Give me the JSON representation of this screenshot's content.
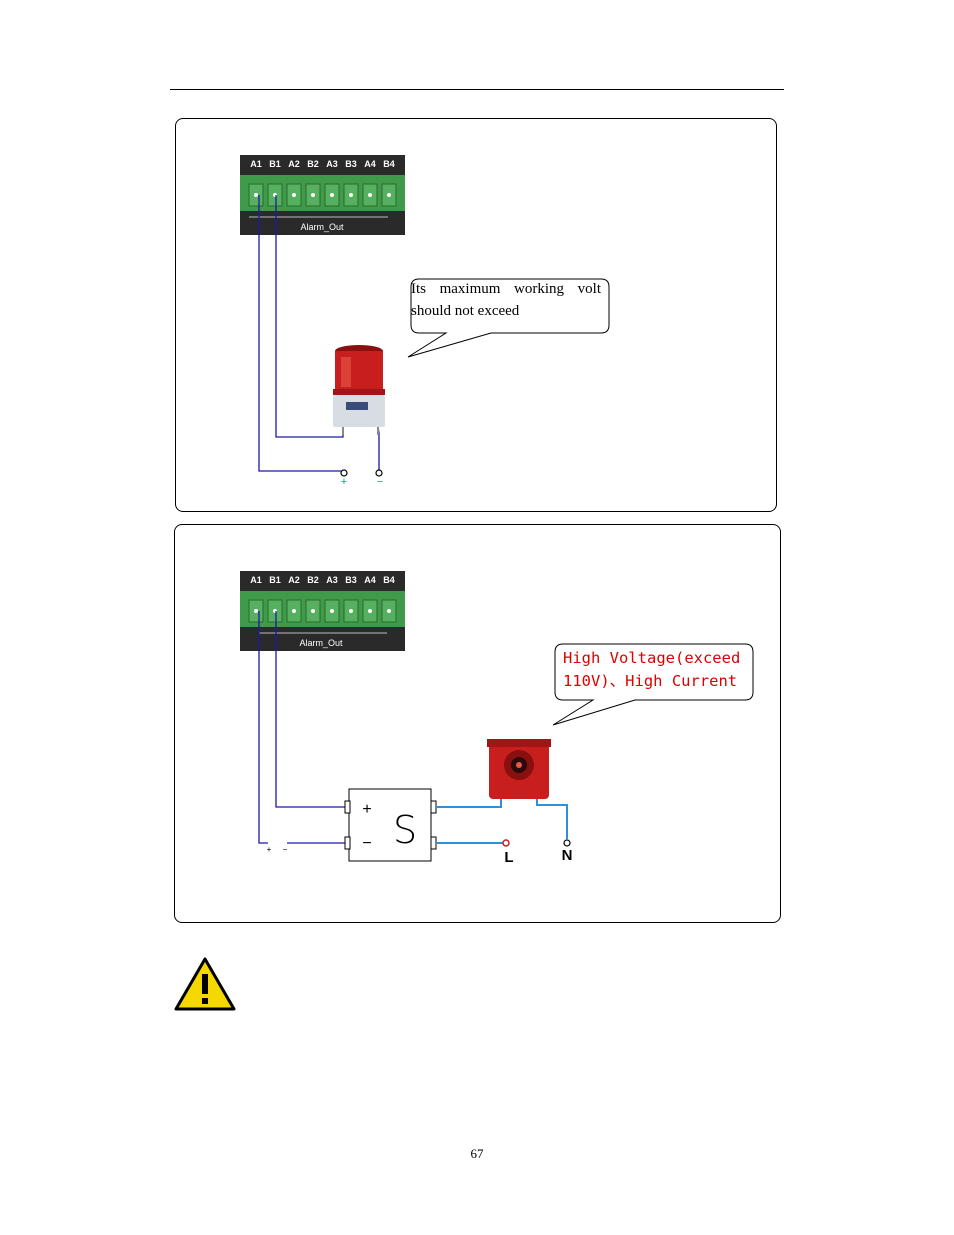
{
  "terminal_labels": [
    "A1",
    "B1",
    "A2",
    "B2",
    "A3",
    "B3",
    "A4",
    "B4"
  ],
  "connector_caption": "Alarm_Out",
  "diagram1": {
    "callout_line1": "Its maximum working volt",
    "callout_line2": "should not exceed",
    "plus_label": "+",
    "minus_label": "−"
  },
  "diagram2": {
    "callout_line1": "High Voltage(exceed",
    "callout_line2": "110V)、High Current",
    "relay_plus": "+",
    "relay_minus": "−",
    "relay_symbol": "S",
    "small_plus": "+",
    "small_minus": "−",
    "line_label": "L",
    "neutral_label": "N"
  },
  "warning_icon": "warning-triangle-icon",
  "page_number": "67",
  "colors": {
    "terminal_green": "#3f9a4a",
    "wire_blue": "#1a1aa8",
    "wire_cyan": "#2f8fd8",
    "alarm_red": "#c81e1e",
    "callout_red": "#e00000"
  }
}
